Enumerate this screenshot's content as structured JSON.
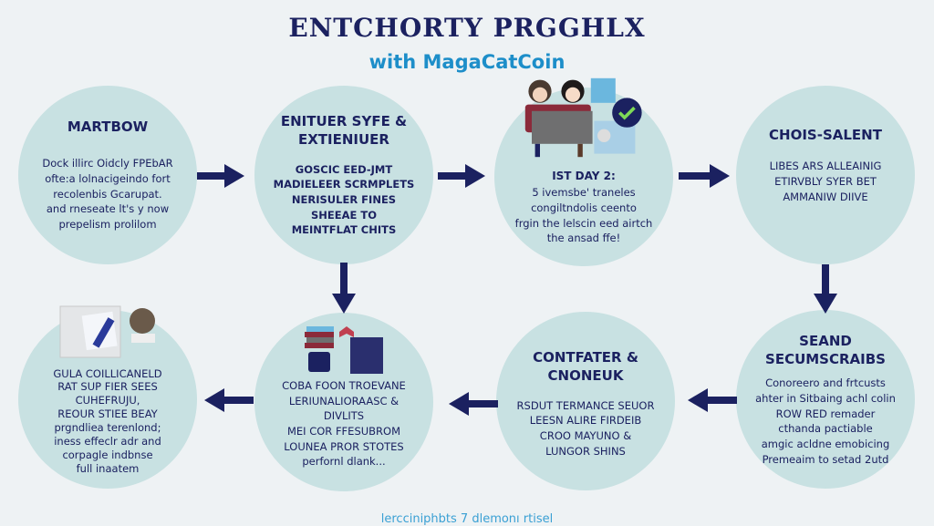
{
  "header": {
    "title": "ENTCHORTY PRGGHLX",
    "subtitle": "with MagaCatCoin"
  },
  "steps": [
    {
      "title": "MARTBOW",
      "text": "Dock illirc Oidcly FPEbAR\nofte:a lolnacigeindo fort\nrecolenbis Gcarupat.\nand rneseate lt's y now\nprepelism prolilom"
    },
    {
      "title": "ENITUER SYFE &\nEXTIENIUER",
      "text": "GOSCIC EED-JMT\nMADIELEER SCRMPLETS\nNERISULER FINES\nSHEEAE TO\nMEINTFLAT CHITS"
    },
    {
      "title": "IST DAY 2:",
      "text": "5 ivemsbe' traneles\ncongiltndolis ceento\nfrgin the lelscin eed airtch\nthe ansad ffe!"
    },
    {
      "title": "CHOIS-SALENT",
      "text": "LIBES ARS ALLEAINIG\nETIRVBLY SYER BET\nAMMANIW DIIVE"
    },
    {
      "title": "SEAND\nSECUMSCRAIBS",
      "text": "Conoreero and frtcusts\nahter in Sitbaing achl colin\nROW RED remader\ncthanda pactiable\namgic acldne emobicing\nPremeaim to setad 2utd"
    },
    {
      "title": "CONTFATER &\nCNONEUK",
      "text": "RSDUT TERMANCE SEUOR\nLEESN ALIRE FIRDEIB\nCROO MAYUNO &\nLUNGOR SHINS"
    },
    {
      "title": "",
      "text": "COBA FOON TROEVANE\nLERIUNALIORAASC & DIVLITS\nMEI COR FFESUBROM\nLOUNEA PROR STOTES\nperfornl dlank..."
    },
    {
      "title": "",
      "text": "GULA COILLICANELD\nRAT SUP FIER SEES\nCUHEFRUJU,\nREOUR STIEE BEAY\nprgndliea terenlond;\niness effeclr adr and\ncorpagle indbnse\nfull inaatem"
    }
  ],
  "footer": {
    "text": "lercciniphbts 7 dlemonı rtisel"
  },
  "colors": {
    "navy": "#1b2160",
    "circle": "#c8e1e2",
    "accent": "#1d8ec9",
    "background": "#eef2f4"
  }
}
